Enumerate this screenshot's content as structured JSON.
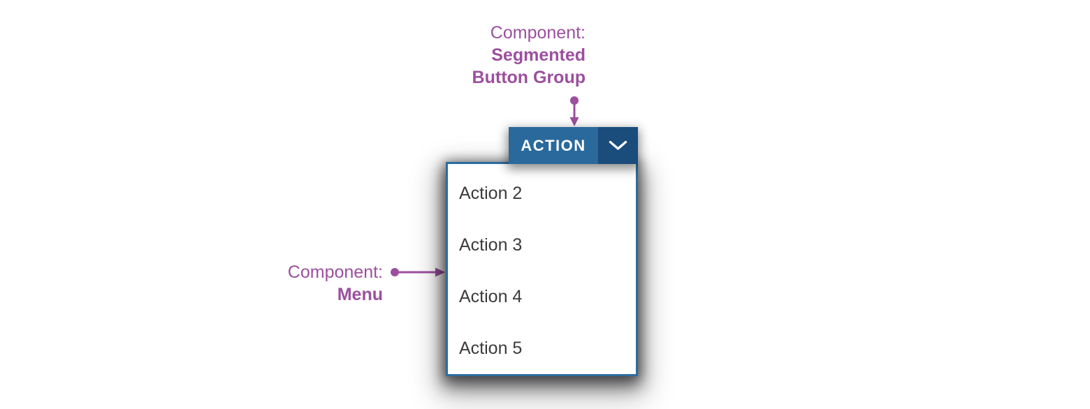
{
  "annotations": {
    "segmented_button_group": {
      "prefix": "Component:",
      "name_line1": "Segmented",
      "name_line2": "Button Group"
    },
    "menu": {
      "prefix": "Component:",
      "name": "Menu"
    }
  },
  "segmented_button_group": {
    "action_label": "ACTION",
    "dropdown_icon": "chevron-down-icon"
  },
  "menu": {
    "items": [
      {
        "label": "Action 2"
      },
      {
        "label": "Action 3"
      },
      {
        "label": "Action 4"
      },
      {
        "label": "Action 5"
      }
    ]
  },
  "colors": {
    "annotation_purple": "#9c4f9e",
    "button_primary_blue": "#2a699c",
    "button_dropdown_blue": "#1a4c7c",
    "menu_border_blue": "#2d6c9f",
    "menu_text": "#3b3b3d",
    "button_text": "#ffffff"
  }
}
